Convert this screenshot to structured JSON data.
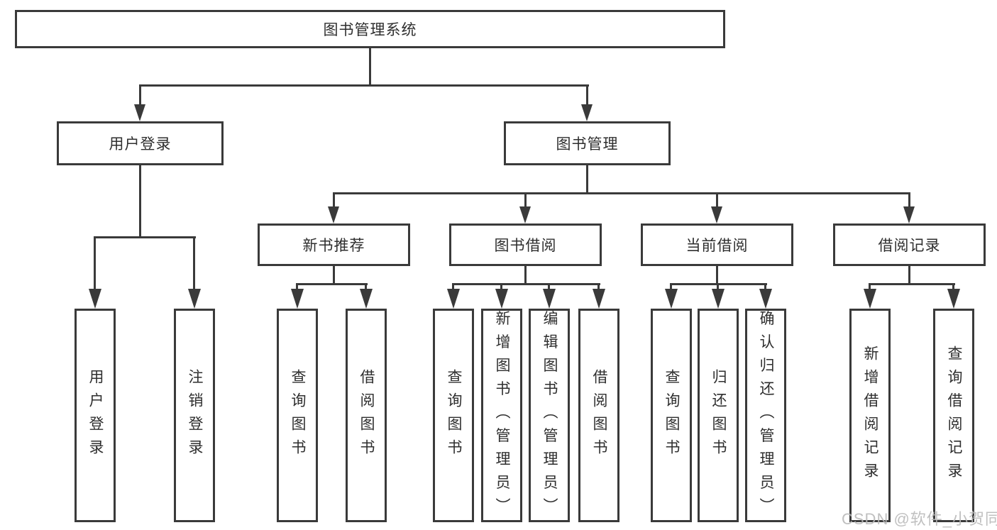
{
  "diagram": {
    "type": "hierarchy",
    "orientation": "top-down"
  },
  "tree": {
    "label": "图书管理系统",
    "children": [
      {
        "label": "用户登录",
        "children": [
          {
            "label": "用户登录"
          },
          {
            "label": "注销登录"
          }
        ]
      },
      {
        "label": "图书管理",
        "children": [
          {
            "label": "新书推荐",
            "children": [
              {
                "label": "查询图书"
              },
              {
                "label": "借阅图书"
              }
            ]
          },
          {
            "label": "图书借阅",
            "children": [
              {
                "label": "查询图书"
              },
              {
                "label": "新增图书（管理员）"
              },
              {
                "label": "编辑图书（管理员）"
              },
              {
                "label": "借阅图书"
              }
            ]
          },
          {
            "label": "当前借阅",
            "children": [
              {
                "label": "查询图书"
              },
              {
                "label": "归还图书"
              },
              {
                "label": "确认归还（管理员）"
              }
            ]
          },
          {
            "label": "借阅记录",
            "children": [
              {
                "label": "新增借阅记录"
              },
              {
                "label": "查询借阅记录"
              }
            ]
          }
        ]
      }
    ]
  },
  "watermark": {
    "text": "CSDN @软件_小贺同学"
  },
  "colors": {
    "line": "#3a3a3a",
    "box_border": "#3a3a3a",
    "box_fill": "#ffffff",
    "text": "#2e2e2e",
    "watermark": "#b9b9b9",
    "background": "#ffffff"
  }
}
